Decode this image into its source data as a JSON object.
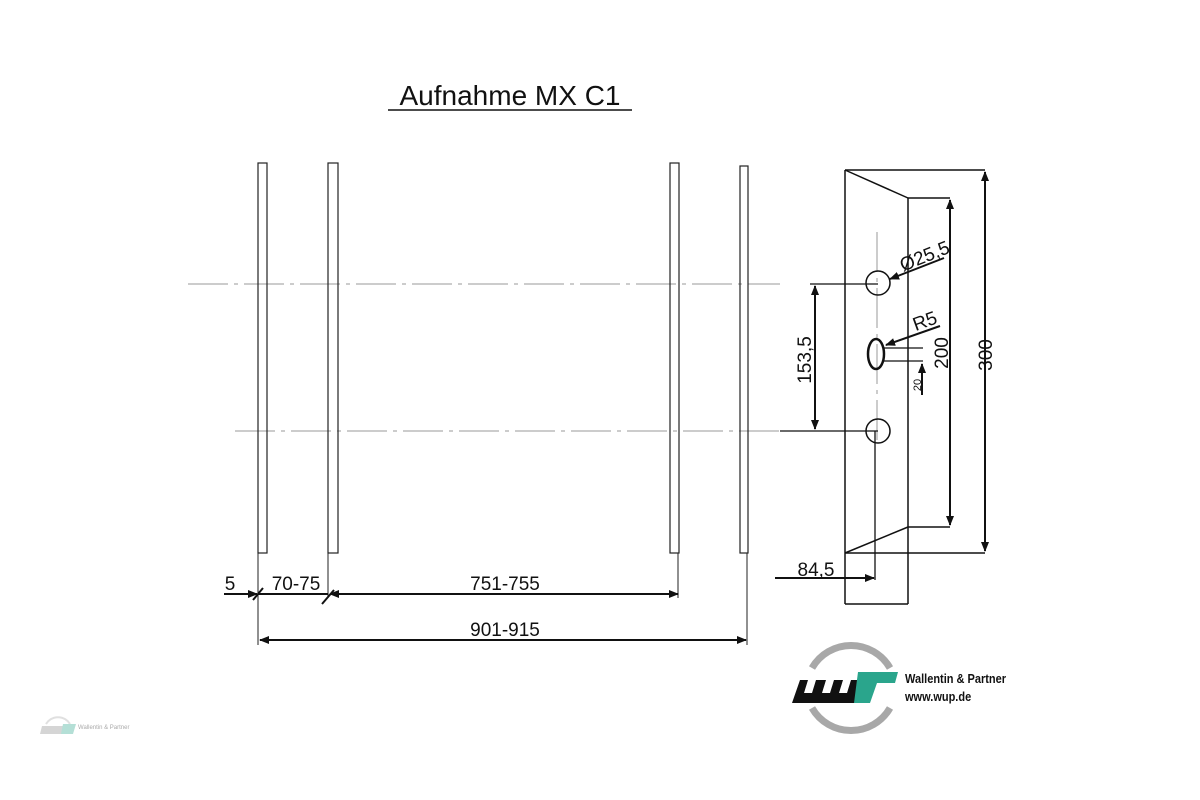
{
  "title": "Aufnahme MX C1",
  "dimensions": {
    "d5": "5",
    "d70_75": "70-75",
    "d751_755": "751-755",
    "d901_915": "901-915",
    "d300": "300",
    "d200": "200",
    "d153_5": "153,5",
    "d84_5": "84,5",
    "d25_5": "Ø25,5",
    "r5": "R5",
    "d20": "20"
  },
  "logo": {
    "company": "Wallentin & Partner",
    "url": "www.wup.de",
    "colors": {
      "black": "#111111",
      "green": "#2aa58c",
      "gray": "#a8a8a8"
    }
  },
  "watermark": {
    "company": "Wallentin & Partner"
  }
}
